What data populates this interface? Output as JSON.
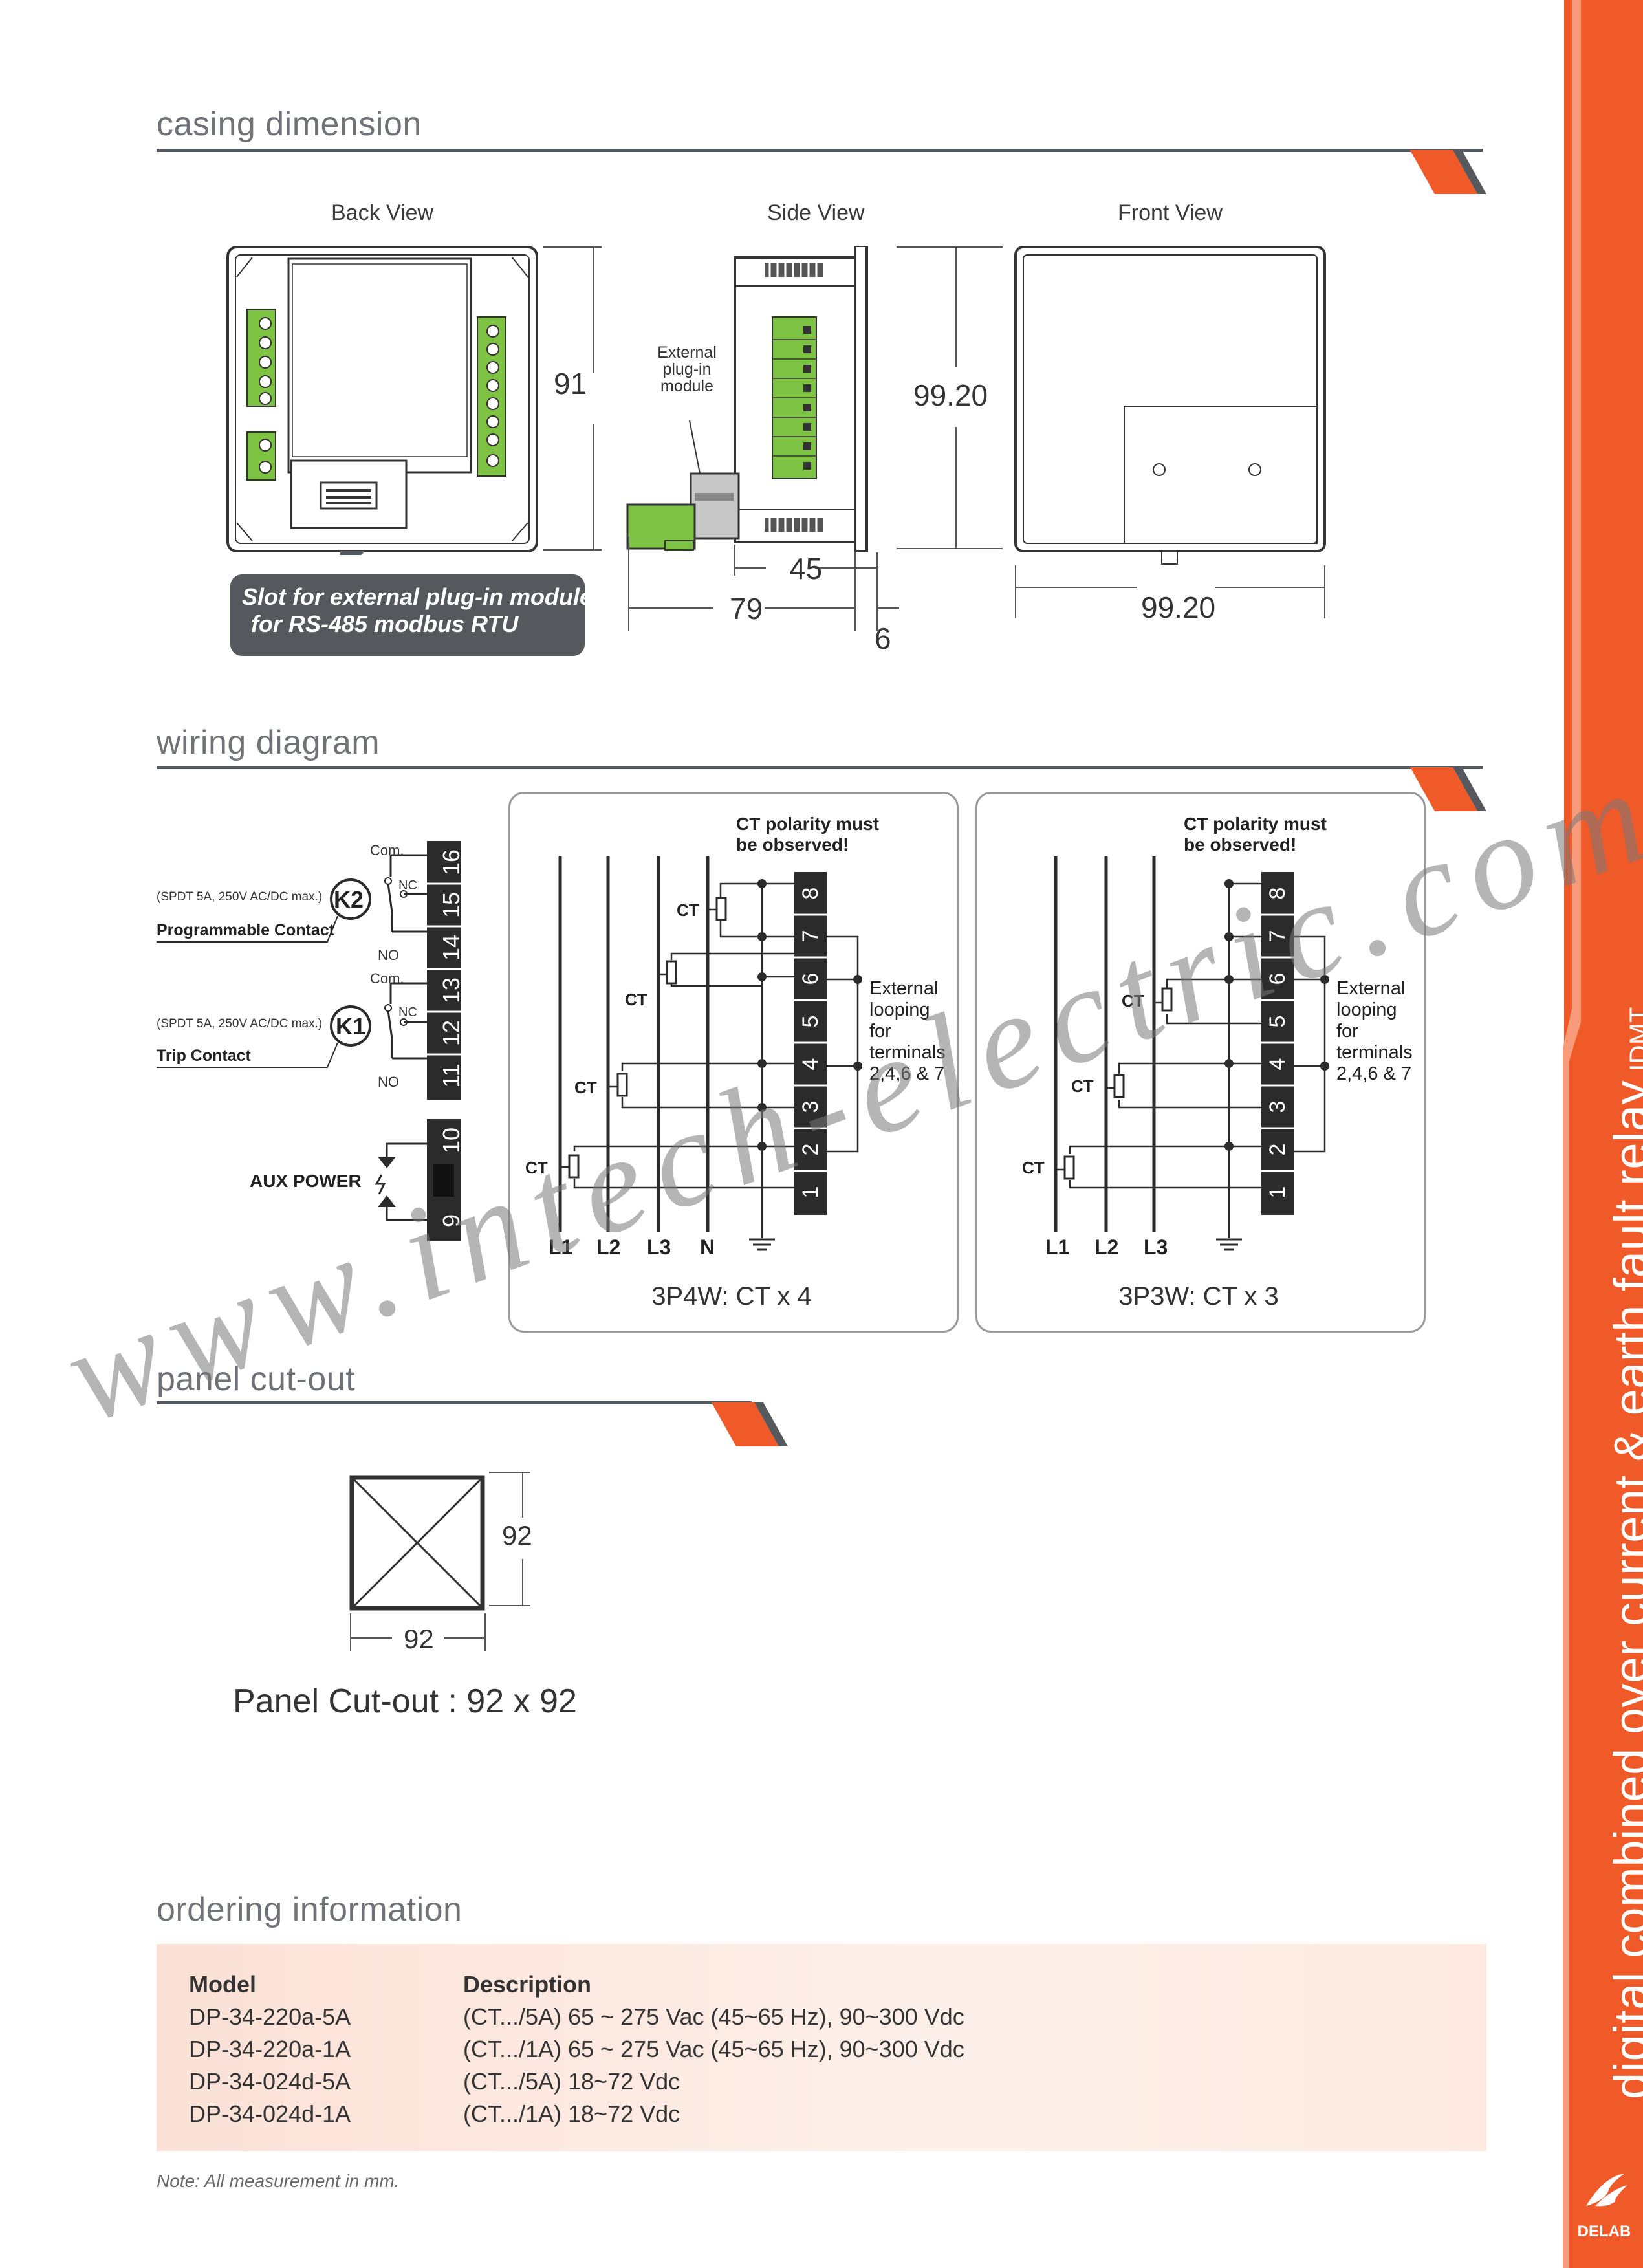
{
  "sections": {
    "casing": "casing dimension",
    "wiring": "wiring diagram",
    "cutout": "panel cut-out",
    "ordering": "ordering information"
  },
  "casing": {
    "back_view": "Back View",
    "side_view": "Side View",
    "front_view": "Front View",
    "dim_91": "91",
    "dim_9920_v": "99.20",
    "dim_9920_h": "99.20",
    "dim_45": "45",
    "dim_79": "79",
    "dim_6": "6",
    "ext_module_1": "External",
    "ext_module_2": "plug-in",
    "ext_module_3": "module",
    "callout_1": "Slot for external plug-in module",
    "callout_2": "for RS-485 modbus RTU"
  },
  "wiring": {
    "k2": "K2",
    "k1": "K1",
    "com": "Com.",
    "nc": "NC",
    "no": "NO",
    "relay_spec": "(SPDT 5A, 250V AC/DC max.)",
    "programmable_contact": "Programmable Contact",
    "trip_contact": "Trip Contact",
    "aux_power": "AUX POWER",
    "terminals_top": [
      "16",
      "15",
      "14",
      "13",
      "12",
      "11"
    ],
    "terminals_aux": [
      "10",
      "9"
    ],
    "ct_polarity_1": "CT polarity must",
    "ct_polarity_2": "be observed!",
    "ct": "CT",
    "ext_loop": [
      "External",
      "looping",
      "for",
      "terminals",
      "2,4,6 & 7"
    ],
    "terminals_ct": [
      "8",
      "7",
      "6",
      "5",
      "4",
      "3",
      "2",
      "1"
    ],
    "lines_4w": [
      "L1",
      "L2",
      "L3",
      "N"
    ],
    "lines_3w": [
      "L1",
      "L2",
      "L3"
    ],
    "title_4w": "3P4W: CT x 4",
    "title_3w": "3P3W: CT x 3"
  },
  "cutout": {
    "dim_w": "92",
    "dim_h": "92",
    "label": "Panel Cut-out : 92 x 92"
  },
  "ordering": {
    "head_model": "Model",
    "head_desc": "Description",
    "rows": [
      {
        "model": "DP-34-220a-5A",
        "desc": "(CT.../5A) 65 ~ 275 Vac (45~65 Hz), 90~300 Vdc"
      },
      {
        "model": "DP-34-220a-1A",
        "desc": "(CT.../1A) 65 ~ 275 Vac (45~65 Hz), 90~300 Vdc"
      },
      {
        "model": "DP-34-024d-5A",
        "desc": "(CT.../5A) 18~72 Vdc"
      },
      {
        "model": "DP-34-024d-1A",
        "desc": "(CT.../1A) 18~72 Vdc"
      }
    ],
    "note": "Note: All measurement in mm."
  },
  "sidebar": {
    "title": "digital combined over current & earth fault relay",
    "suffix": "IDMT",
    "brand": "DELAB"
  },
  "watermark": "www.intech-electric.com.my",
  "colors": {
    "accent": "#f05a28",
    "rule": "#55585d",
    "terminal": "#2b2b2b",
    "connector_green": "#7dc242"
  }
}
